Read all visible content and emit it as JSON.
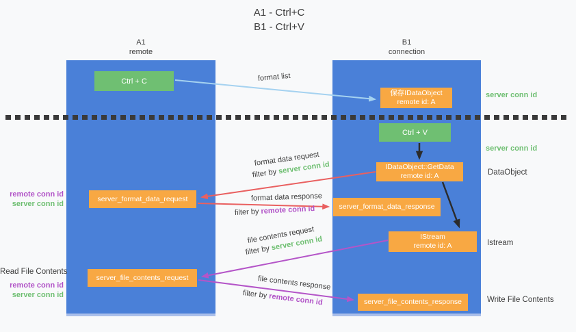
{
  "title": {
    "line1": "A1 - Ctrl+C",
    "line2": "B1 - Ctrl+V"
  },
  "lifelines": {
    "left": {
      "name": "A1",
      "role": "remote"
    },
    "right": {
      "name": "B1",
      "role": "connection"
    }
  },
  "nodes": {
    "ctrl_c": {
      "label": "Ctrl + C"
    },
    "ctrl_v": {
      "label": "Ctrl + V"
    },
    "save_idataobject": {
      "line1": "保存IDataObject",
      "line2": "remote id: A"
    },
    "getdata": {
      "line1": "IDataObject::GetData",
      "line2": "remote id: A"
    },
    "istream": {
      "line1": "IStream",
      "line2": "remote id: A"
    },
    "format_request": {
      "label": "server_format_data_request"
    },
    "format_response": {
      "label": "server_format_data_response"
    },
    "file_request": {
      "label": "server_file_contents_request"
    },
    "file_response": {
      "label": "server_file_contents_response"
    }
  },
  "arrows": {
    "format_list": {
      "label": "format list"
    },
    "format_data_request": {
      "label": "format data request",
      "filter_prefix": "filter by",
      "filter_value": "server conn id"
    },
    "format_data_response": {
      "label": "format data response",
      "filter_prefix": "filter by",
      "filter_value": "remote conn id"
    },
    "file_contents_request": {
      "label": "file contents request",
      "filter_prefix": "filter by",
      "filter_value": "server conn id"
    },
    "file_contents_response": {
      "label": "file contents response",
      "filter_prefix": "filter by",
      "filter_value": "remote conn id"
    }
  },
  "side_labels": {
    "left_top_remote": "remote conn id",
    "left_top_server": "server conn id",
    "read_file": "Read File Contents",
    "left_bottom_remote": "remote conn id",
    "left_bottom_server": "server conn id",
    "right_top_server": "server conn id",
    "right_mid_server": "server conn id",
    "dataobject": "DataObject",
    "istream": "Istream",
    "write_file": "Write File Contents"
  },
  "colors": {
    "background": "#f8f9fa",
    "lifeline_blue": "#4a80d8",
    "action_green": "#6fbf72",
    "message_orange": "#f8a843",
    "request_red": "#e96060",
    "transfer_purple": "#b455c8",
    "format_list_blue": "#a5d2f0",
    "server_conn_green": "#6fbf72",
    "remote_conn_purple": "#b153c7",
    "arrow_black": "#2b2b2b",
    "dash_dark": "#3a3a3a",
    "text_dark": "#3d3d3d"
  }
}
